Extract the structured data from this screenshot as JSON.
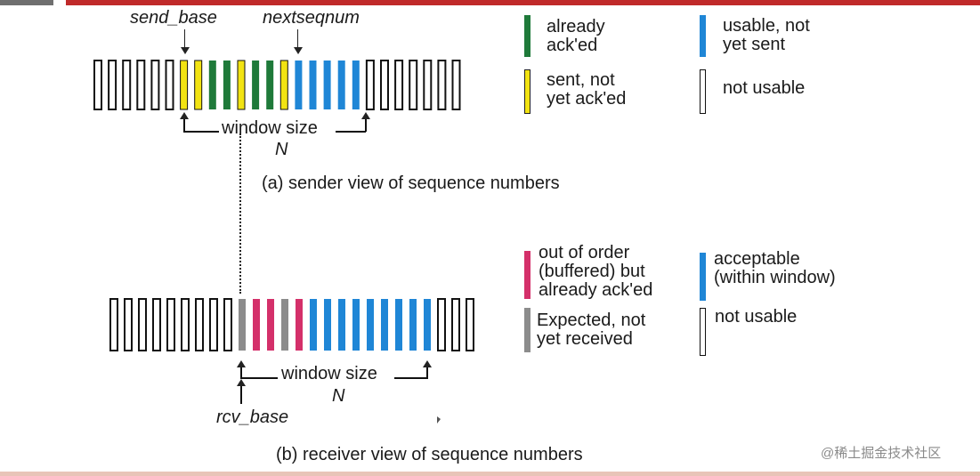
{
  "colors": {
    "acked": "#1f7a3a",
    "sent_not_acked": "#f2e312",
    "usable_not_sent": "#1f86d6",
    "not_usable": "#ffffff",
    "out_of_order": "#d4306a",
    "expected": "#8c8c8c",
    "acceptable": "#1f86d6",
    "outline": "#111111"
  },
  "sender": {
    "label_send_base": "send_base",
    "label_nextseqnum": "nextseqnum",
    "window_label": "window size",
    "window_n": "N",
    "caption": "(a) sender view of sequence numbers",
    "slots": [
      "not_usable",
      "not_usable",
      "not_usable",
      "not_usable",
      "not_usable",
      "not_usable",
      "sent_not_acked",
      "sent_not_acked",
      "acked",
      "acked",
      "sent_not_acked",
      "acked",
      "acked",
      "sent_not_acked",
      "usable_not_sent",
      "usable_not_sent",
      "usable_not_sent",
      "usable_not_sent",
      "usable_not_sent",
      "not_usable",
      "not_usable",
      "not_usable",
      "not_usable",
      "not_usable",
      "not_usable",
      "not_usable"
    ],
    "legend": [
      {
        "color": "acked",
        "label": "already\nack'ed"
      },
      {
        "color": "usable_not_sent",
        "label": "usable, not\nyet sent"
      },
      {
        "color": "sent_not_acked",
        "label": "sent, not\nyet ack'ed"
      },
      {
        "color": "not_usable",
        "label": "not usable"
      }
    ]
  },
  "receiver": {
    "label_rcv_base": "rcv_base",
    "window_label": "window size",
    "window_n": "N",
    "caption": "(b) receiver view of sequence numbers",
    "slots": [
      "not_usable",
      "not_usable",
      "not_usable",
      "not_usable",
      "not_usable",
      "not_usable",
      "not_usable",
      "not_usable",
      "not_usable",
      "expected",
      "out_of_order",
      "out_of_order",
      "expected",
      "out_of_order",
      "acceptable",
      "acceptable",
      "acceptable",
      "acceptable",
      "acceptable",
      "acceptable",
      "acceptable",
      "acceptable",
      "acceptable",
      "not_usable",
      "not_usable",
      "not_usable"
    ],
    "legend": [
      {
        "color": "out_of_order",
        "label": "out of order\n(buffered) but\nalready ack'ed"
      },
      {
        "color": "acceptable",
        "label": "acceptable\n(within window)"
      },
      {
        "color": "expected",
        "label": "Expected, not\nyet received"
      },
      {
        "color": "not_usable",
        "label": "not usable"
      }
    ]
  },
  "watermark": "@稀土掘金技术社区"
}
